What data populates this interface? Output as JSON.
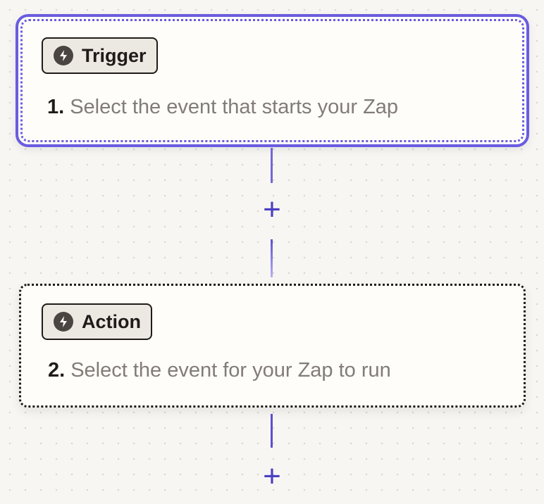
{
  "steps": [
    {
      "type_label": "Trigger",
      "number": "1.",
      "description": "Select the event that starts your Zap",
      "icon": "lightning-bolt-icon"
    },
    {
      "type_label": "Action",
      "number": "2.",
      "description": "Select the event for your Zap to run",
      "icon": "lightning-bolt-icon"
    }
  ],
  "add_step_symbol": "+",
  "colors": {
    "accent": "#6a5ce0",
    "connector": "#5b4fd0",
    "background": "#f7f6f3",
    "card": "#fffdf9"
  }
}
